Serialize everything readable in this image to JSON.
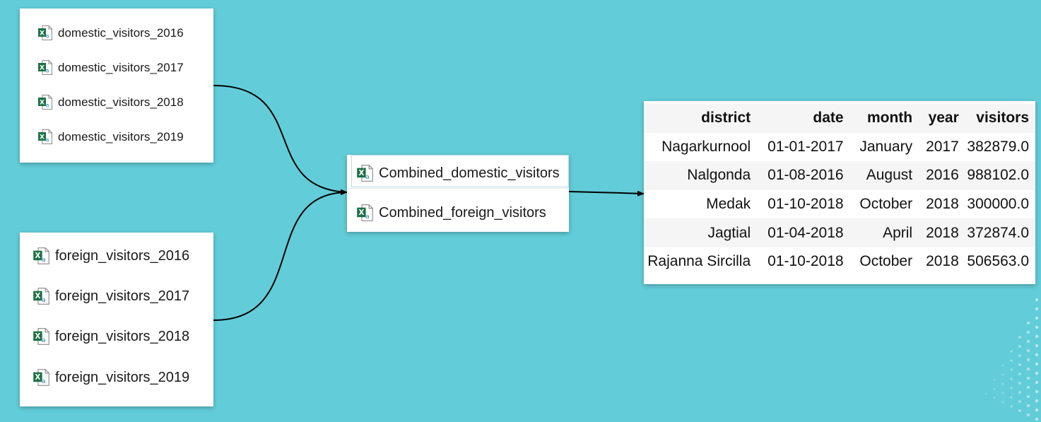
{
  "domestic_files": [
    "domestic_visitors_2016",
    "domestic_visitors_2017",
    "domestic_visitors_2018",
    "domestic_visitors_2019"
  ],
  "foreign_files": [
    "foreign_visitors_2016",
    "foreign_visitors_2017",
    "foreign_visitors_2018",
    "foreign_visitors_2019"
  ],
  "combined_files": [
    "Combined_domestic_visitors",
    "Combined_foreign_visitors"
  ],
  "file_icon": "excel-file-icon",
  "colors": {
    "background": "#62cdd8",
    "excel_green": "#1e7145",
    "connector": "#000000"
  },
  "table": {
    "headers": [
      "district",
      "date",
      "month",
      "year",
      "visitors"
    ],
    "rows": [
      [
        "Nagarkurnool",
        "01-01-2017",
        "January",
        "2017",
        "382879.0"
      ],
      [
        "Nalgonda",
        "01-08-2016",
        "August",
        "2016",
        "988102.0"
      ],
      [
        "Medak",
        "01-10-2018",
        "October",
        "2018",
        "300000.0"
      ],
      [
        "Jagtial",
        "01-04-2018",
        "April",
        "2018",
        "372874.0"
      ],
      [
        "Rajanna Sircilla",
        "01-10-2018",
        "October",
        "2018",
        "506563.0"
      ]
    ]
  }
}
